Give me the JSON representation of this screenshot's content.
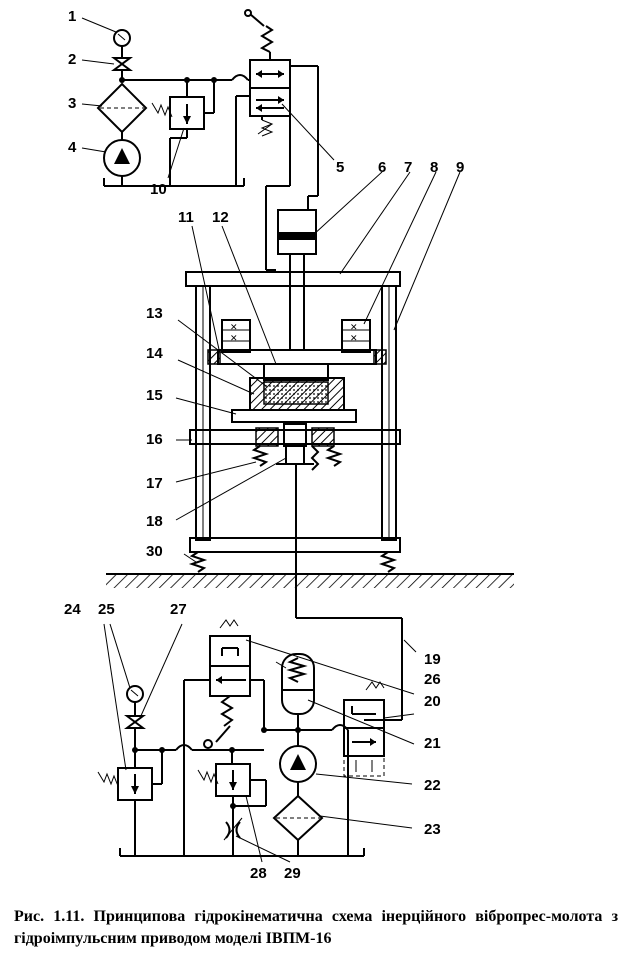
{
  "labels": {
    "l1": "1",
    "l2": "2",
    "l3": "3",
    "l4": "4",
    "l5": "5",
    "l6": "6",
    "l7": "7",
    "l8": "8",
    "l9": "9",
    "l10": "10",
    "l11": "11",
    "l12": "12",
    "l13": "13",
    "l14": "14",
    "l15": "15",
    "l16": "16",
    "l17": "17",
    "l18": "18",
    "l19": "19",
    "l20": "20",
    "l21": "21",
    "l22": "22",
    "l23": "23",
    "l24": "24",
    "l25": "25",
    "l26": "26",
    "l27": "27",
    "l28": "28",
    "l29": "29",
    "l30": "30"
  },
  "caption": "Рис. 1.11. Принципова гідрокінематична схема інерційного вібропрес-молота з гідроімпульсним приводом моделі ІВПМ-16"
}
